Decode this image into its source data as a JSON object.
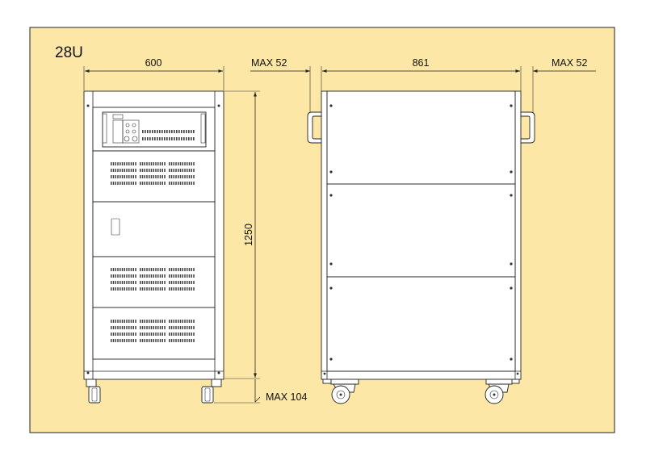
{
  "diagram": {
    "title": "28U",
    "background_color": "#fce7a6",
    "frame_color": "#222222",
    "front_view": {
      "width_label": "600",
      "height_label": "1250",
      "caster_label": "MAX 104"
    },
    "side_view": {
      "depth_label": "861",
      "handle_left_label": "MAX 52",
      "handle_right_label": "MAX 52"
    }
  }
}
